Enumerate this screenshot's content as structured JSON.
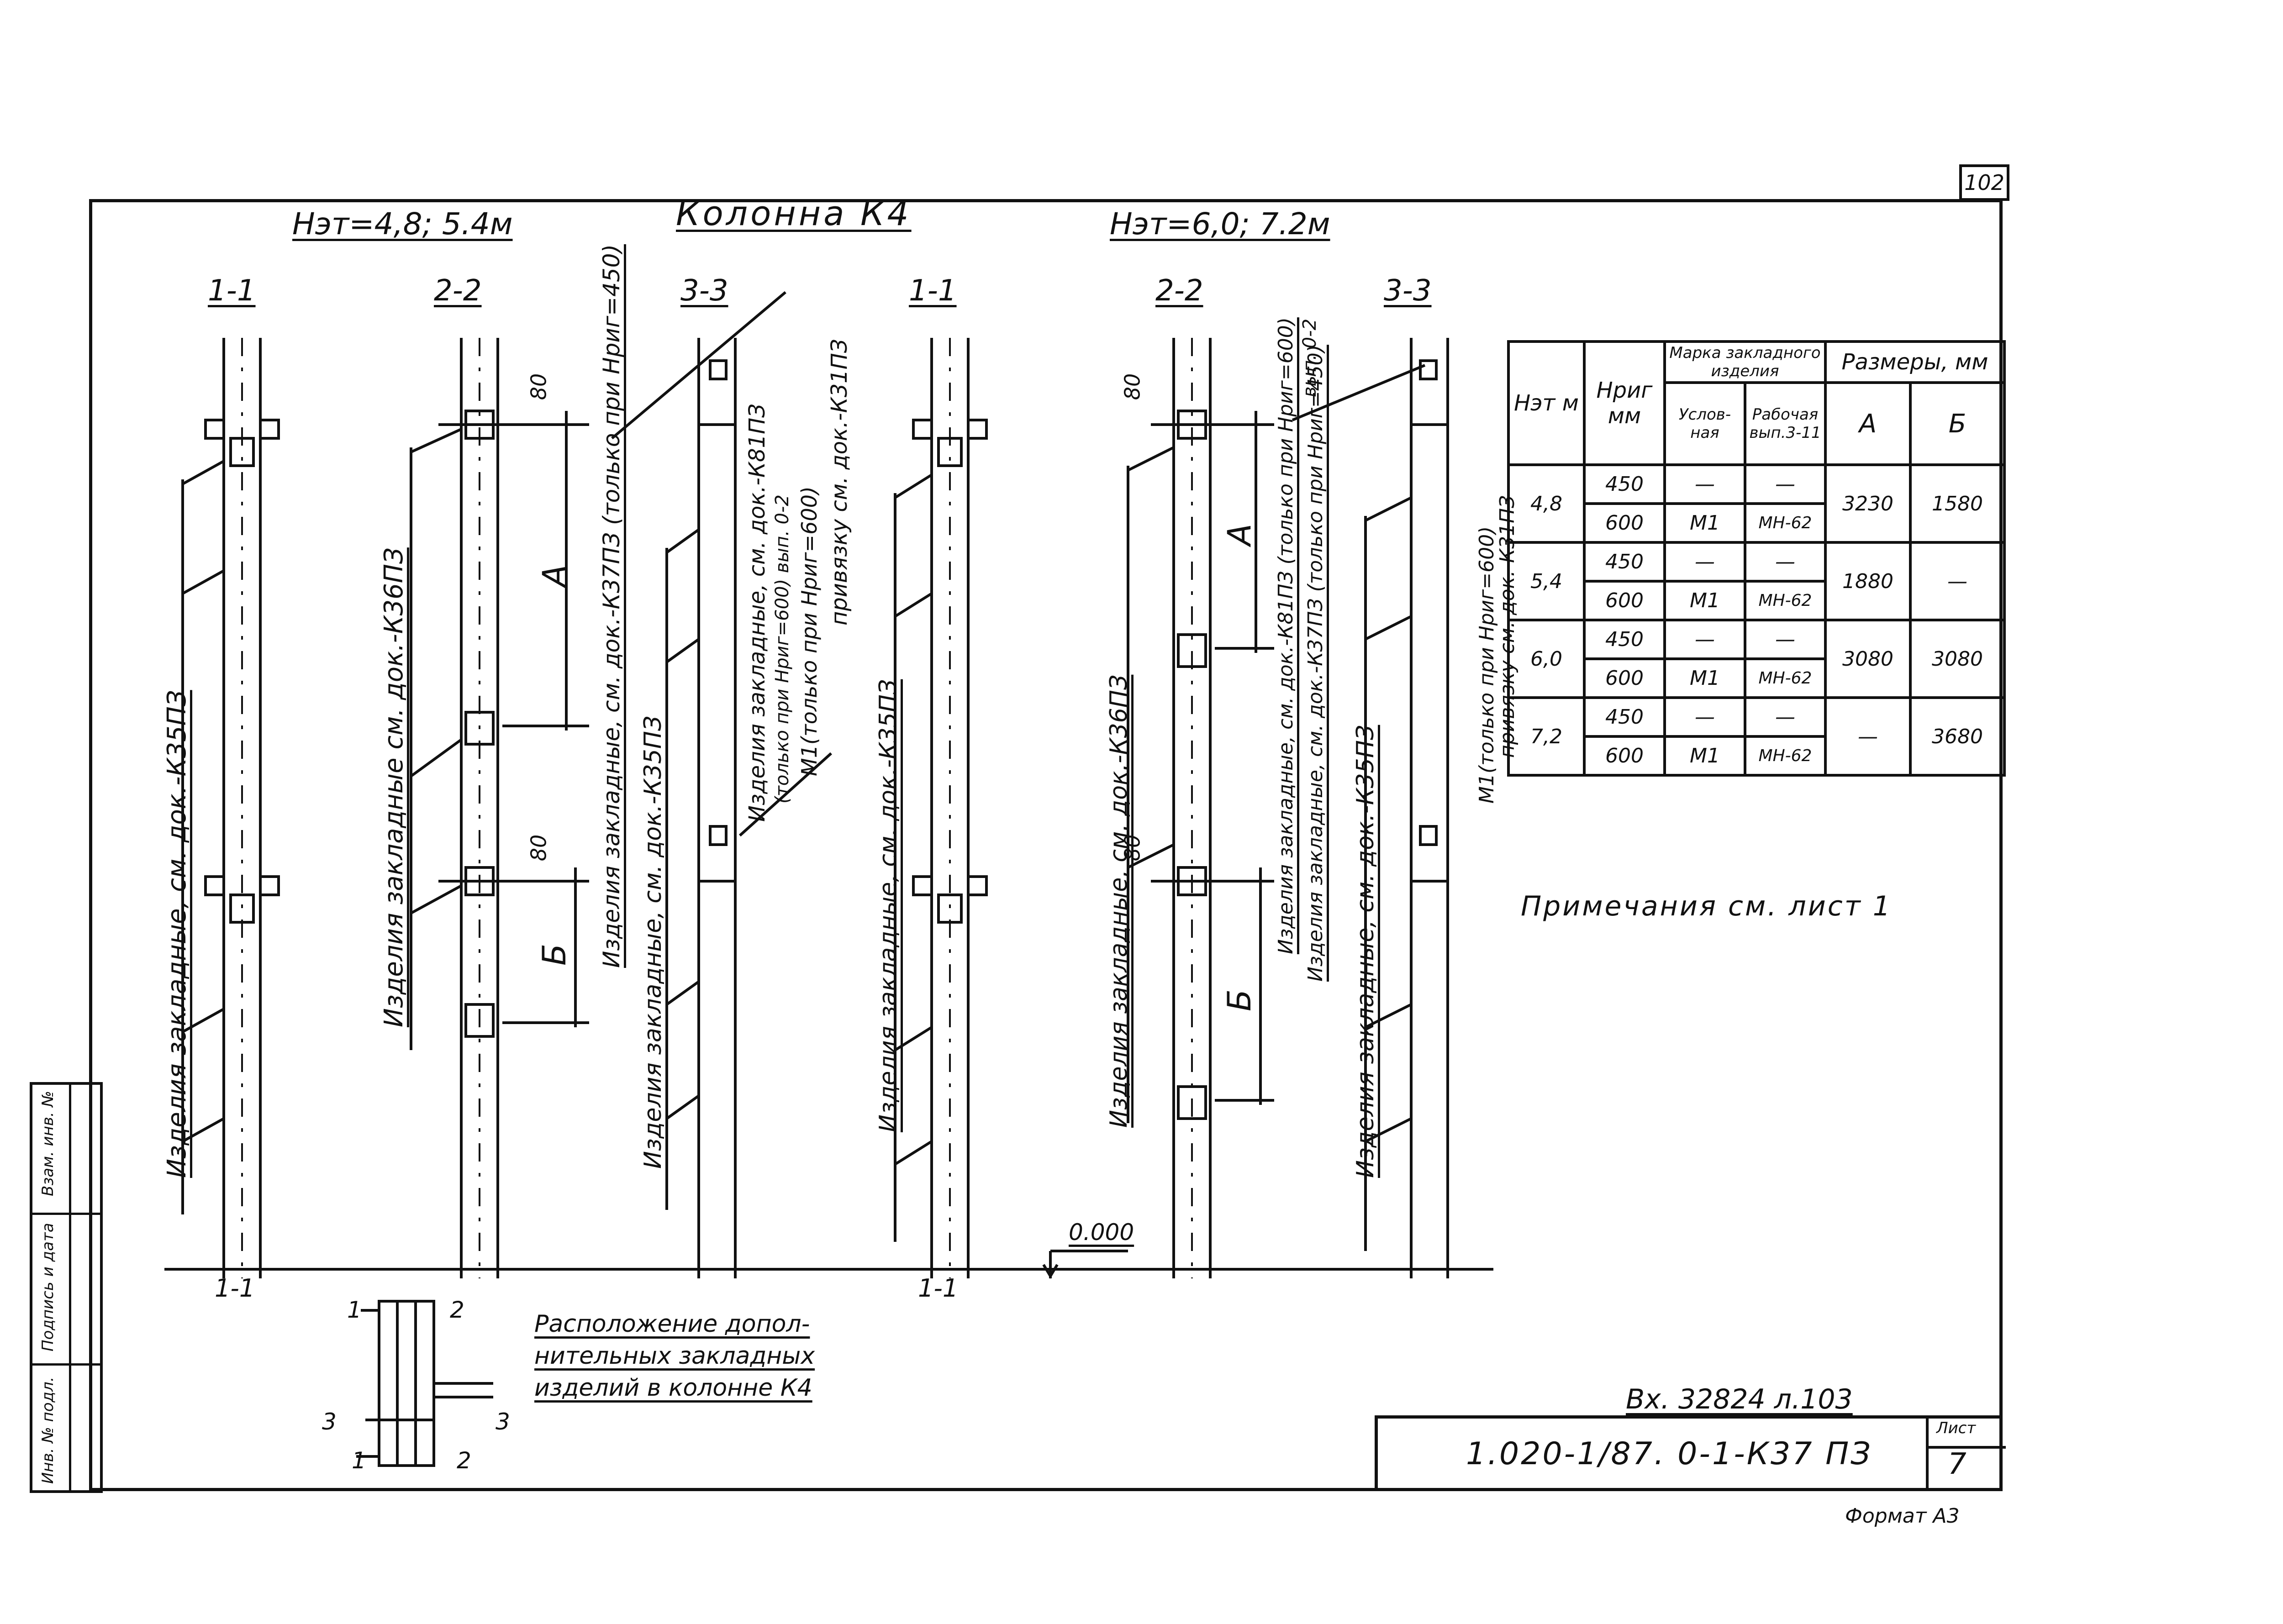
{
  "sheet_number_corner": "102",
  "header": {
    "left": "Нэт=4,8; 5.4м",
    "center": "Колонна К4",
    "right": "Нэт=6,0; 7.2м"
  },
  "sections": {
    "left": [
      "1-1",
      "2-2",
      "3-3"
    ],
    "right": [
      "1-1",
      "2-2",
      "3-3"
    ]
  },
  "callouts": {
    "c1": "Изделия закладные, см. док.-К35ПЗ",
    "c2": "Изделия закладные см. док.-К36ПЗ",
    "c3": "Изделия закладные, см. док.-К37ПЗ (только при Нриг=450)",
    "c4": "Изделия закладные, см. док.-К35ПЗ",
    "c5a": "Изделия закладные, см. док.-К81ПЗ",
    "c5b": "(только при Нриг=600) вып. 0-2",
    "c5c": "М1(только при Нриг=600)",
    "c5d": "привязку см. док.-К31ПЗ",
    "c6": "Изделия закладные, см. док.-К35ПЗ",
    "c7": "Изделия закладные, см. док.-К36ПЗ",
    "c8a": "Изделия закладные, см. док.-К81ПЗ (только при Нриг=600)",
    "c8b": "вып. 0-2",
    "c8c": "Изделия закладные, см. док.-К37ПЗ (только при Нриг=450)",
    "c9": "Изделия закладные, см. док.-К35ПЗ",
    "c10a": "М1(только при Нриг=600)",
    "c10b": "привязку см. док.-К31ПЗ"
  },
  "dims": {
    "a": "А",
    "b": "Б",
    "d80": "80",
    "level": "0.000"
  },
  "table": {
    "headers": {
      "h_et": "Нэт м",
      "h_rig": "Нриг мм",
      "group_mark": "Марка закладного изделия",
      "uslovnaya": "Услов-ная",
      "rabochaya": "Рабочая вып.3-11",
      "group_dims": "Размеры, мм",
      "a": "А",
      "b": "Б"
    },
    "rows": [
      {
        "het": "4,8",
        "sub": [
          {
            "rig": "450",
            "usl": "—",
            "rab": "—"
          },
          {
            "rig": "600",
            "usl": "М1",
            "rab": "МН-62"
          }
        ],
        "a": "3230",
        "b": "1580"
      },
      {
        "het": "5,4",
        "sub": [
          {
            "rig": "450",
            "usl": "—",
            "rab": "—"
          },
          {
            "rig": "600",
            "usl": "М1",
            "rab": "МН-62"
          }
        ],
        "a": "1880",
        "b": "—"
      },
      {
        "het": "6,0",
        "sub": [
          {
            "rig": "450",
            "usl": "—",
            "rab": "—"
          },
          {
            "rig": "600",
            "usl": "М1",
            "rab": "МН-62"
          }
        ],
        "a": "3080",
        "b": "3080"
      },
      {
        "het": "7,2",
        "sub": [
          {
            "rig": "450",
            "usl": "—",
            "rab": "—"
          },
          {
            "rig": "600",
            "usl": "М1",
            "rab": "МН-62"
          }
        ],
        "a": "—",
        "b": "3680"
      }
    ]
  },
  "note": "Примечания см. лист 1",
  "inset": {
    "title_l1": "Расположение допол-",
    "title_l2": "нительных закладных",
    "title_l3": "изделий в колонне К4",
    "n1": "1",
    "n2": "2",
    "n3": "3"
  },
  "side_box": {
    "c1": "Инв. № подл.",
    "c2": "Подпись и дата",
    "c3": "Взам. инв. №"
  },
  "inbound_ref": "Вх. 32824 л.103",
  "title_block": {
    "code": "1.020-1/87. 0-1-К37 ПЗ",
    "sheet_label": "Лист",
    "sheet_no": "7"
  },
  "format": "Формат А3"
}
